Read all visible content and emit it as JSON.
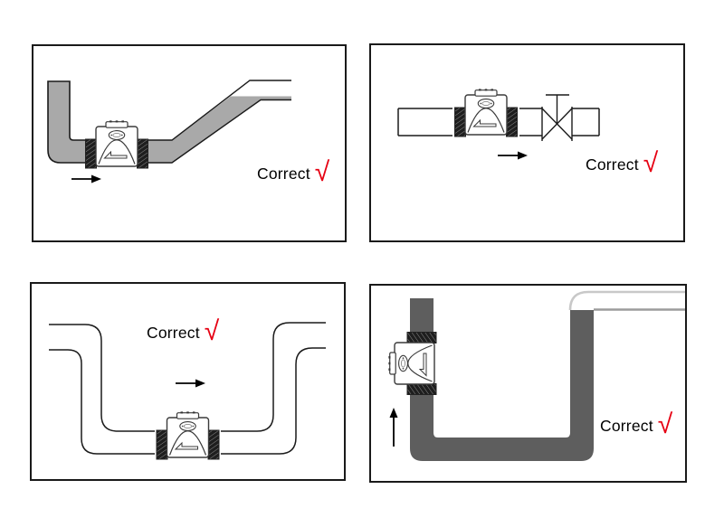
{
  "panels": [
    {
      "id": "top-left",
      "label": "Correct",
      "check": "√",
      "flow_direction": "right"
    },
    {
      "id": "top-right",
      "label": "Correct",
      "check": "√",
      "flow_direction": "right"
    },
    {
      "id": "bottom-left",
      "label": "Correct",
      "check": "√",
      "flow_direction": "right"
    },
    {
      "id": "bottom-right",
      "label": "Correct",
      "check": "√",
      "flow_direction": "up"
    }
  ],
  "colors": {
    "check_red": "#e60012",
    "pipe_fill_gray": "#a9a9a9",
    "pipe_fill_dark_gray": "#5e5e5e",
    "outline_black": "#1a1a1a",
    "outlet_outline_light": "#c8c8c8",
    "water_level_gray": "#9c9c9c"
  }
}
